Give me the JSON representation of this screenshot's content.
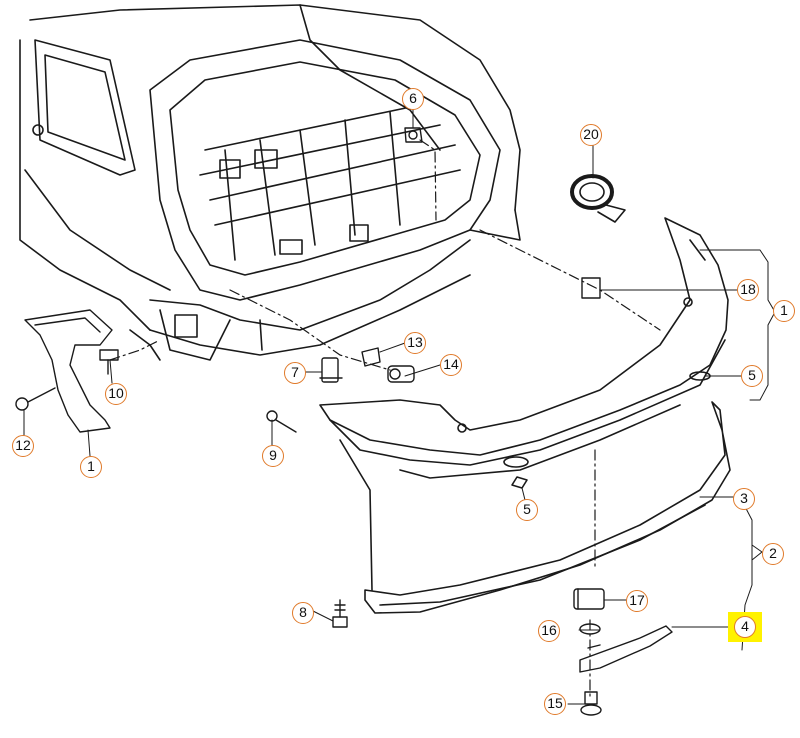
{
  "colors": {
    "line": "#1a1a1a",
    "callout_ring": "#e07a2a",
    "highlight": "#fff200"
  },
  "callouts": {
    "c1a": "1",
    "c1b": "1",
    "c2": "2",
    "c3": "3",
    "c4": "4",
    "c5a": "5",
    "c5b": "5",
    "c6": "6",
    "c7": "7",
    "c8": "8",
    "c9": "9",
    "c10": "10",
    "c12": "12",
    "c13": "13",
    "c14": "14",
    "c15": "15",
    "c16": "16",
    "c17": "17",
    "c18": "18",
    "c20": "20"
  },
  "highlighted_callout": "4"
}
